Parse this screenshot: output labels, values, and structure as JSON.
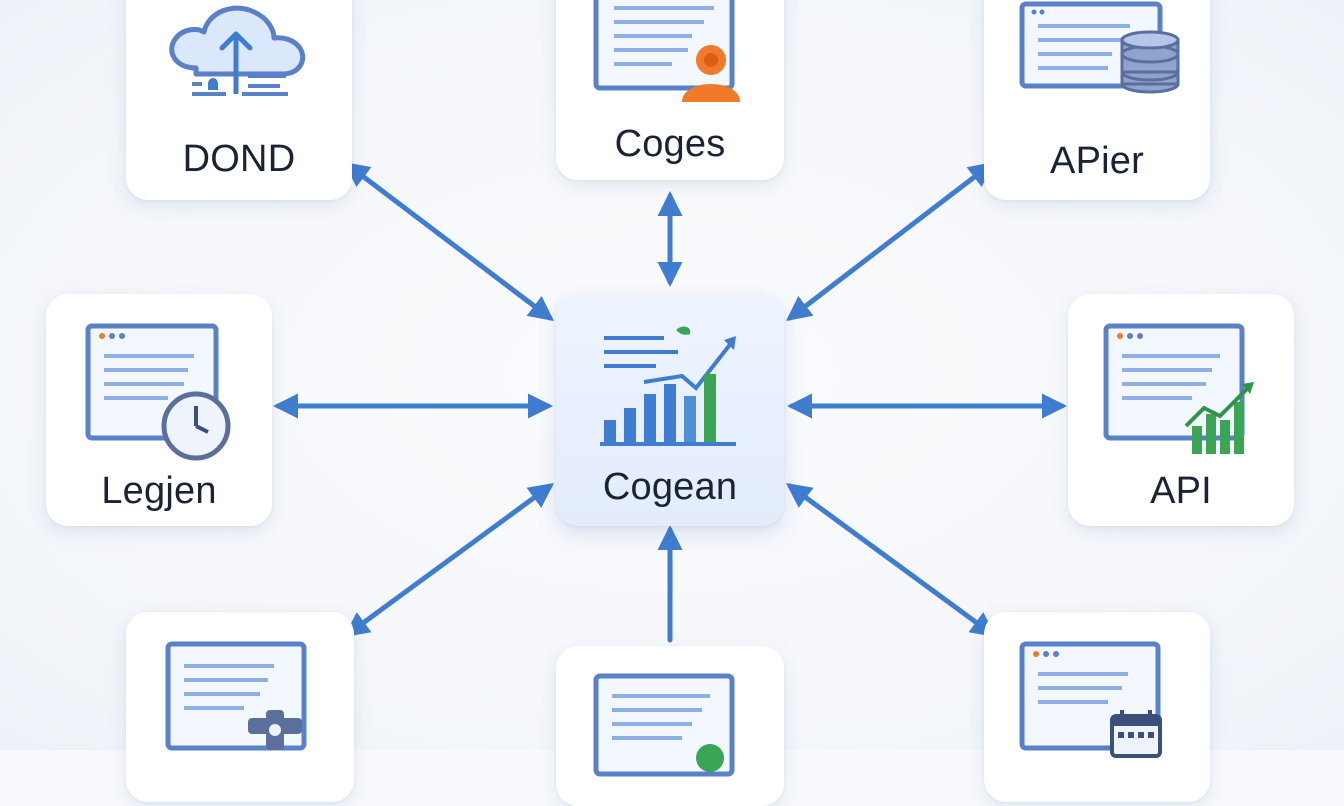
{
  "diagram": {
    "hub": {
      "label": "Cogean",
      "icon": "growth-chart-icon"
    },
    "nodes": [
      {
        "id": "top-left",
        "label": "DOND",
        "icon": "cloud-upload-icon"
      },
      {
        "id": "top-center",
        "label": "Coges",
        "icon": "document-user-icon"
      },
      {
        "id": "top-right",
        "label": "APier",
        "icon": "document-database-icon"
      },
      {
        "id": "middle-left",
        "label": "Legjen",
        "icon": "document-clock-icon"
      },
      {
        "id": "middle-right",
        "label": "API",
        "icon": "document-chart-icon"
      },
      {
        "id": "bottom-left",
        "label": "",
        "icon": "document-gear-icon"
      },
      {
        "id": "bottom-center",
        "label": "",
        "icon": "document-check-icon"
      },
      {
        "id": "bottom-right",
        "label": "",
        "icon": "document-calendar-icon"
      }
    ],
    "colors": {
      "arrow": "#3f7dd0",
      "icon_blue": "#5a80c8",
      "icon_fill": "#dbe7fb",
      "accent_orange": "#f07a2a",
      "accent_green": "#3aa655",
      "text": "#1b2233"
    }
  }
}
